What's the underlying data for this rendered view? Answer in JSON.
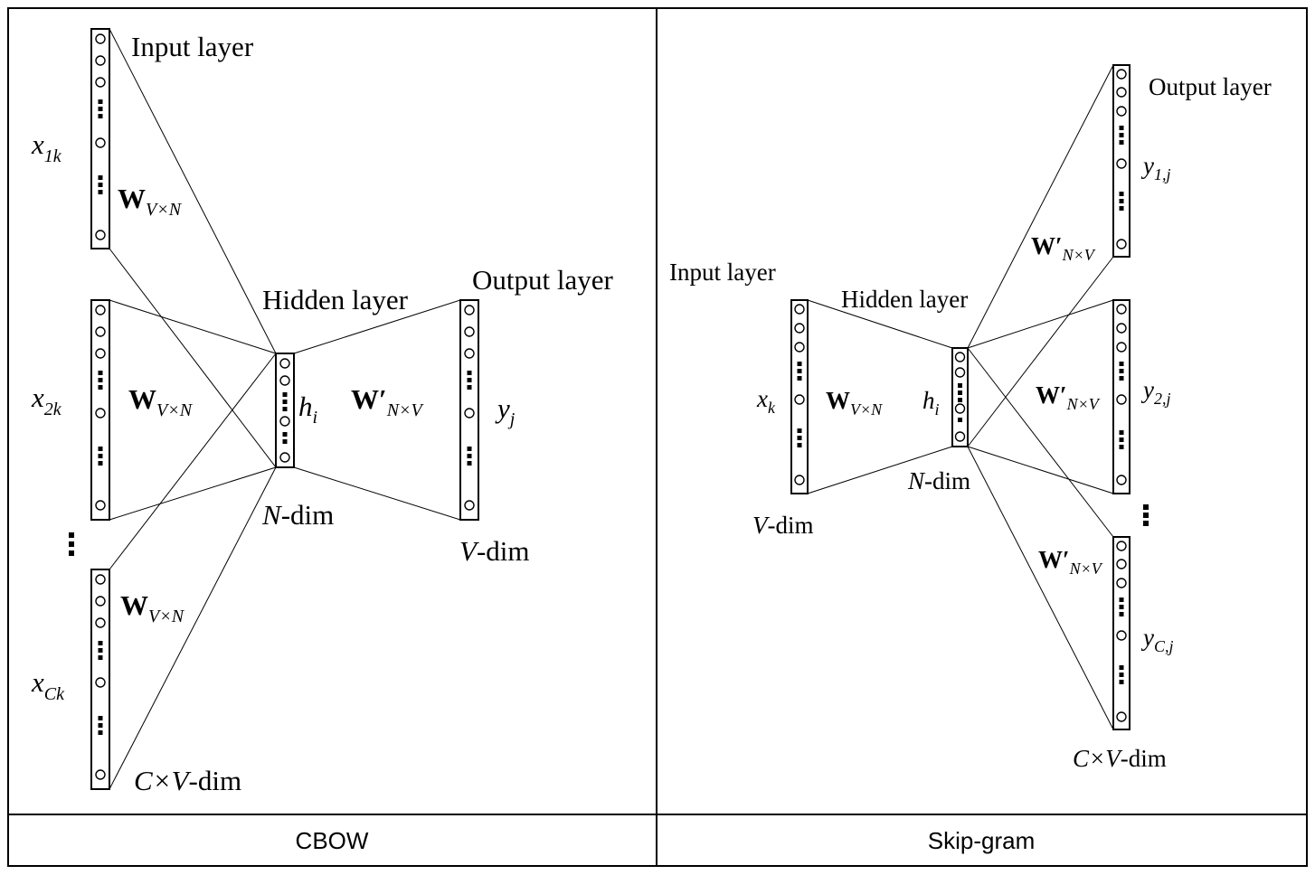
{
  "panels": [
    {
      "caption": "CBOW",
      "input_layer_label": "Input layer",
      "hidden_layer_label": "Hidden layer",
      "output_layer_label": "Output layer",
      "inputs": [
        {
          "var": "x",
          "sub": "1k",
          "weight_main": "W",
          "weight_sub": "V×N"
        },
        {
          "var": "x",
          "sub": "2k",
          "weight_main": "W",
          "weight_sub": "V×N"
        },
        {
          "var": "x",
          "sub": "Ck",
          "weight_main": "W",
          "weight_sub": "V×N"
        }
      ],
      "hidden_var": "h",
      "hidden_sub": "i",
      "output_weight_main": "W′",
      "output_weight_sub": "N×V",
      "output_var": "y",
      "output_sub": "j",
      "input_dim_var": "C×V",
      "input_dim_suffix": "-dim",
      "hidden_dim_var": "N",
      "hidden_dim_suffix": "-dim",
      "output_dim_var": "V",
      "output_dim_suffix": "-dim"
    },
    {
      "caption": "Skip-gram",
      "input_layer_label": "Input layer",
      "hidden_layer_label": "Hidden layer",
      "output_layer_label": "Output layer",
      "input_var": "x",
      "input_sub": "k",
      "input_weight_main": "W",
      "input_weight_sub": "V×N",
      "hidden_var": "h",
      "hidden_sub": "i",
      "outputs": [
        {
          "var": "y",
          "sub": "1,j",
          "weight_main": "W′",
          "weight_sub": "N×V"
        },
        {
          "var": "y",
          "sub": "2,j",
          "weight_main": "W′",
          "weight_sub": "N×V"
        },
        {
          "var": "y",
          "sub": "C,j",
          "weight_main": "W′",
          "weight_sub": "N×V"
        }
      ],
      "input_dim_var": "V",
      "input_dim_suffix": "-dim",
      "hidden_dim_var": "N",
      "hidden_dim_suffix": "-dim",
      "output_dim_var": "C×V",
      "output_dim_suffix": "-dim"
    }
  ]
}
